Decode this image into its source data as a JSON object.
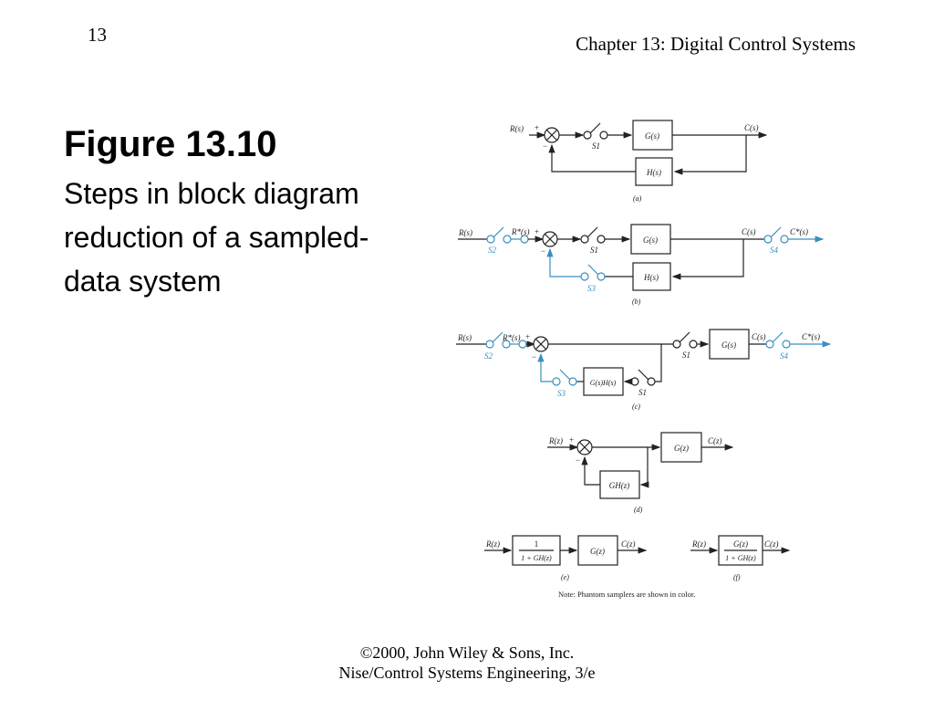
{
  "page": {
    "number": "13",
    "chapter": "Chapter 13: Digital Control Systems",
    "figure_title": "Figure 13.10",
    "figure_caption": "Steps in block diagram reduction of a sampled-data system",
    "footer_line1": "©2000, John Wiley & Sons, Inc.",
    "footer_line2": "Nise/Control Systems Engineering, 3/e"
  },
  "colors": {
    "phantom": "#3a8fc0",
    "ink": "#222222"
  },
  "diagram": {
    "a": {
      "tag": "(a)",
      "input": "R(s)",
      "output": "C(s)",
      "forward": "G(s)",
      "feedback": "H(s)",
      "sampler": "S1",
      "plus": "+",
      "minus": "−"
    },
    "b": {
      "tag": "(b)",
      "input": "R(s)",
      "sampled_input": "R*(s)",
      "output": "C(s)",
      "sampled_output": "C*(s)",
      "forward": "G(s)",
      "feedback": "H(s)",
      "s1": "S1",
      "s2": "S2",
      "s3": "S3",
      "s4": "S4",
      "plus": "+",
      "minus": "−"
    },
    "c": {
      "tag": "(c)",
      "input": "R(s)",
      "sampled_input": "R*(s)",
      "output": "C(s)",
      "sampled_output": "C*(s)",
      "forward": "G(s)",
      "feedback": "G(s)H(s)",
      "s1_top": "S1",
      "s1_bottom": "S1",
      "s2": "S2",
      "s3": "S3",
      "s4": "S4",
      "plus": "+",
      "minus": "−"
    },
    "d": {
      "tag": "(d)",
      "input": "R(z)",
      "output": "C(z)",
      "forward": "G(z)",
      "feedback": "GH(z)",
      "plus": "+",
      "minus": "−"
    },
    "e": {
      "tag": "(e)",
      "input": "R(z)",
      "output": "C(z)",
      "numerator": "1",
      "denominator": "1 + GH(z)",
      "second": "G(z)"
    },
    "f": {
      "tag": "(f)",
      "input": "R(z)",
      "output": "C(z)",
      "numerator": "G(z)",
      "denominator": "1 + GH(z)"
    },
    "note": "Note:  Phantom samplers are shown in color."
  }
}
